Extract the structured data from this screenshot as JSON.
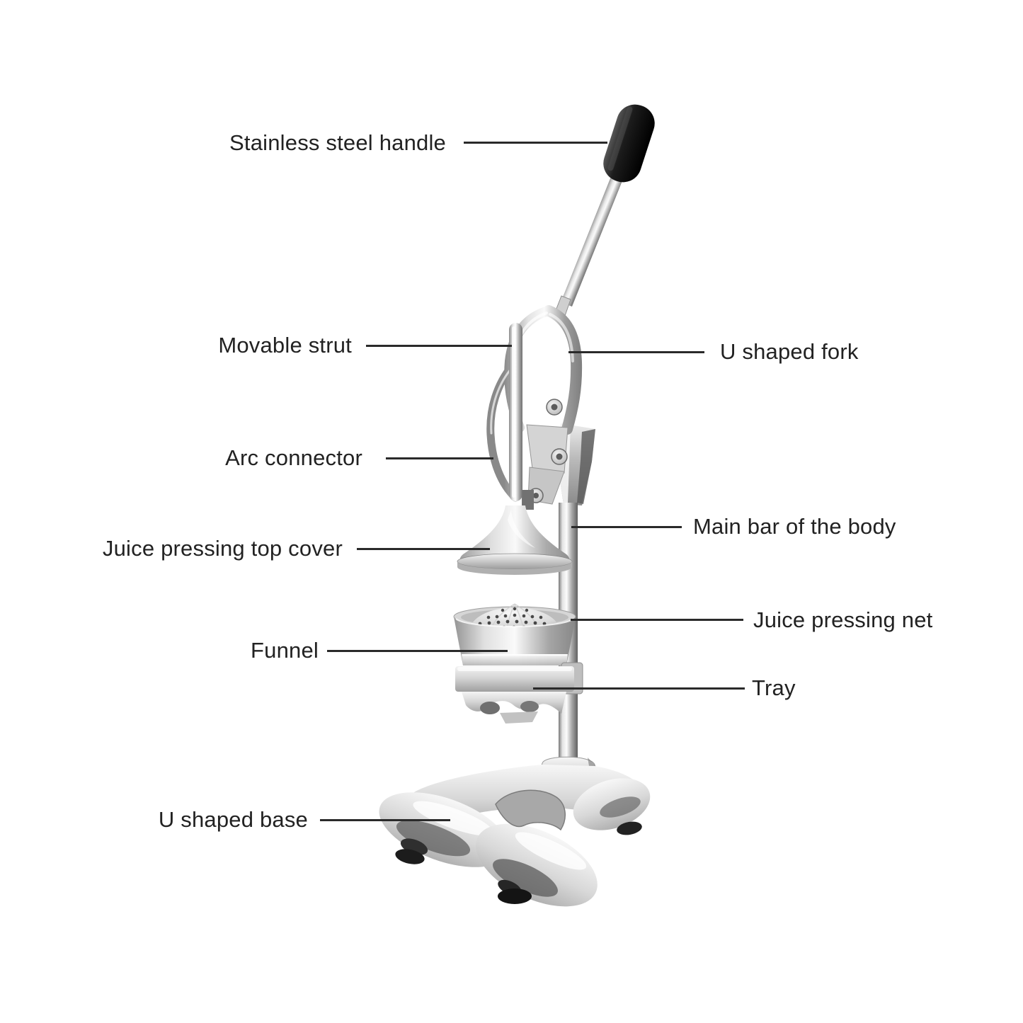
{
  "colors": {
    "background": "#ffffff",
    "label_text": "#222222",
    "leader_line": "#2a2a2a",
    "handle_grip": "#111111",
    "metal_light": "#f5f5f5",
    "metal_dark": "#7a7a7a"
  },
  "labels": {
    "stainless_steel_handle": "Stainless steel handle",
    "movable_strut": "Movable strut",
    "u_shaped_fork": "U shaped fork",
    "arc_connector": "Arc connector",
    "main_bar": "Main bar of the body",
    "juice_pressing_top_cover": "Juice pressing top cover",
    "juice_pressing_net": "Juice pressing net",
    "funnel": "Funnel",
    "tray": "Tray",
    "u_shaped_base": "U shaped base"
  }
}
